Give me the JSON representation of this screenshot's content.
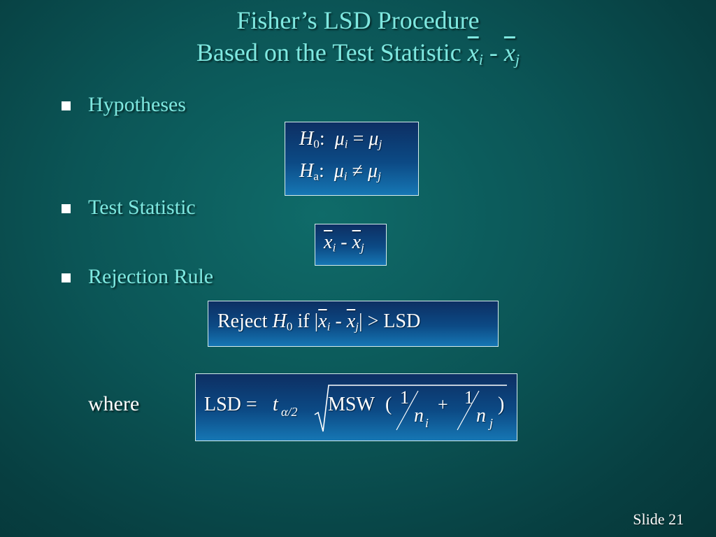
{
  "slide": {
    "title_line1": "Fisher’s LSD Procedure",
    "title_line2_prefix": "Based on the Test Statistic ",
    "bullets": {
      "hypotheses": "Hypotheses",
      "test_statistic": "Test Statistic",
      "rejection_rule": "Rejection Rule"
    },
    "hypotheses": {
      "h0_symbol": "H",
      "h0_sub": "0",
      "ha_symbol": "H",
      "ha_sub": "a",
      "mu": "μ",
      "sub_i": "i",
      "sub_j": "j",
      "equals": "=",
      "not_equals": "≠",
      "colon": ":"
    },
    "statistic": {
      "x": "x",
      "sub_i": "i",
      "sub_j": "j",
      "minus": "-"
    },
    "rule": {
      "reject": "Reject",
      "h": "H",
      "h_sub": "0",
      "if": "if",
      "bar": "|",
      "gt_lsd": "> LSD"
    },
    "where_label": "where",
    "lsd_formula": {
      "lhs": "LSD = ",
      "t": "t",
      "t_sub": "α/2",
      "msw": "MSW",
      "open_paren": "(",
      "close_paren": ")",
      "one": "1",
      "n": "n",
      "sub_i": "i",
      "sub_j": "j",
      "plus": "+"
    },
    "slide_number": "Slide 21"
  }
}
